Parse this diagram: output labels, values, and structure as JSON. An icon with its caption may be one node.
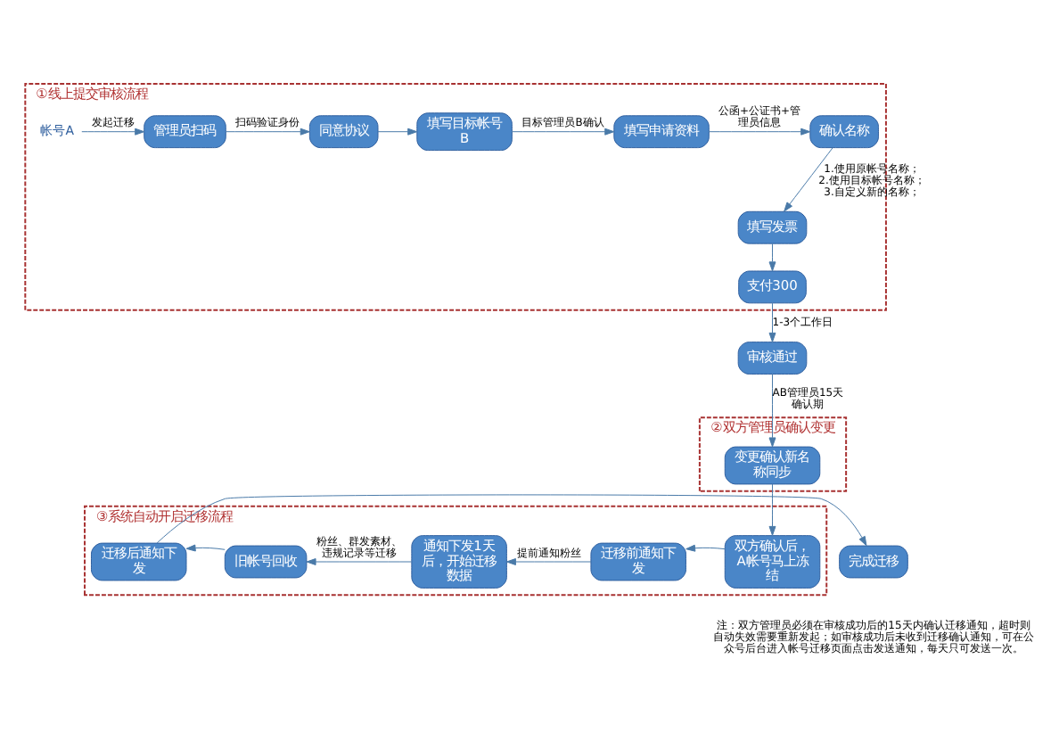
{
  "diagram": {
    "nodes": [
      {
        "text": [
          "①线上提交审核流程"
        ]
      },
      {
        "text": [
          "帐号A"
        ],
        "in": 0
      },
      {
        "text": [
          "管理员扫码"
        ],
        "in": 0
      },
      {
        "text": [
          "同意协议"
        ],
        "in": 0
      },
      {
        "text": [
          "填写目标帐号B"
        ],
        "in": 0
      },
      {
        "text": [
          "填写申请资料"
        ],
        "in": 0
      },
      {
        "text": [
          "确认名称"
        ],
        "in": 0
      },
      {
        "text": [
          "填写发票"
        ],
        "in": 0
      },
      {
        "text": [
          "支付300"
        ],
        "in": 0
      },
      {
        "text": [
          "审核通过"
        ]
      },
      {
        "text": [
          "②双方管理员确认变更"
        ]
      },
      {
        "text": [
          "变更确认新名称同步"
        ],
        "in": 10
      },
      {
        "text": [
          "③系统自动开启迁移流程"
        ]
      },
      {
        "text": [
          "双方确认后，A帐号马上冻结"
        ],
        "in": 12
      },
      {
        "text": [
          "迁移前通知下发"
        ],
        "in": 12
      },
      {
        "text": [
          "通知下发1天后，开始迁移数据"
        ],
        "in": 12
      },
      {
        "text": [
          "旧帐号回收"
        ],
        "in": 12
      },
      {
        "text": [
          "迁移后通知下发"
        ],
        "in": 12
      },
      {
        "text": [
          "完成迁移"
        ]
      }
    ],
    "edges": [
      {
        "from": 1,
        "to": 2,
        "arrow": "to",
        "label": "发起迁移"
      },
      {
        "from": 2,
        "to": 3,
        "arrow": "to",
        "label": "扫码验证身份"
      },
      {
        "from": 3,
        "to": 4,
        "arrow": "to"
      },
      {
        "from": 4,
        "to": 5,
        "arrow": "to",
        "label": "目标管理员B确认"
      },
      {
        "from": 5,
        "to": 6,
        "arrow": "to",
        "label": "公函+公证书+管理员信息"
      },
      {
        "from": 6,
        "to": 7,
        "arrow": "to",
        "label": "1.使用原帐号名称； 2.使用目标帐号名称； 3.自定义新的名称；"
      },
      {
        "from": 7,
        "to": 8,
        "arrow": "to"
      },
      {
        "from": 8,
        "to": 9,
        "arrow": "to",
        "label": "1-3个工作日"
      },
      {
        "from": 9,
        "to": 11,
        "arrow": "to",
        "label": "AB管理员15天确认期"
      },
      {
        "from": 11,
        "to": 13,
        "arrow": "to"
      },
      {
        "from": 13,
        "to": 14,
        "arrow": "to"
      },
      {
        "from": 14,
        "to": 15,
        "arrow": "to",
        "label": "提前通知粉丝"
      },
      {
        "from": 15,
        "to": 16,
        "arrow": "to",
        "label": "粉丝、群发素材、违规记录等迁移"
      },
      {
        "from": 16,
        "to": 17,
        "arrow": "to"
      },
      {
        "from": 17,
        "to": 18,
        "arrow": "to"
      }
    ],
    "labels": [
      "注：双方管理员必须在审核成功后的15天内确认迁移通知，超时则自动失效需要重新发起；如审核成功后未收到迁移确认通知，可在公众号后台进入帐号迁移页面点击发送通知，每天只可发送一次。"
    ]
  }
}
